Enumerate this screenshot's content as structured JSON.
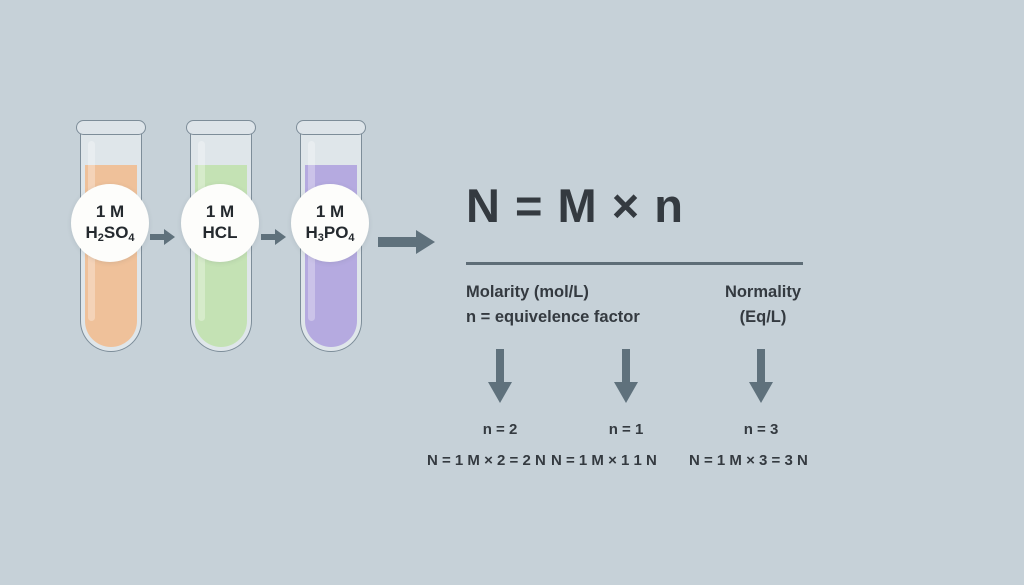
{
  "theme": {
    "background": "#c6d1d8",
    "text": "#343a40",
    "arrow": "#5f717c",
    "glass": "#dfe6ea",
    "glass_border": "#7d8d99",
    "chip_bg": "#fdfdfb",
    "rule": "#5e6d77"
  },
  "tubes": [
    {
      "id": "tube-h2so4",
      "liquid_color": "#efc19a",
      "chip": {
        "molarity": "1 M",
        "formula_main": "H",
        "sub1": "2",
        "mid": "SO",
        "sub2": "4"
      },
      "label_plain": "1 M H2SO4"
    },
    {
      "id": "tube-hcl",
      "liquid_color": "#c4e2b4",
      "chip": {
        "molarity": "1 M",
        "formula_main": "HCL",
        "sub1": "",
        "mid": "",
        "sub2": ""
      },
      "label_plain": "1 M HCL"
    },
    {
      "id": "tube-h3po4",
      "liquid_color": "#b5aae0",
      "chip": {
        "molarity": "1 M",
        "formula_main": "H",
        "sub1": "3",
        "mid": "PO",
        "sub2": "4"
      },
      "label_plain": "1 M H3PO4"
    }
  ],
  "equation": {
    "main": "N = M × n",
    "legend_left_line1": "Molarity (mol/L)",
    "legend_left_line2": "n = equivelence factor",
    "legend_right_line1": "Normality",
    "legend_right_line2": "(Eq/L)"
  },
  "results": [
    {
      "n_label": "n = 2",
      "equation": "N = 1 M × 2 = 2 N"
    },
    {
      "n_label": "n = 1",
      "equation": "N = 1 M × 1  1 N"
    },
    {
      "n_label": "n = 3",
      "equation": "N = 1 M × 3 = 3 N"
    }
  ],
  "icons": {
    "arrow_right_small": "arrow-right-icon",
    "arrow_right_large": "arrow-right-large-icon",
    "arrow_down": "arrow-down-icon"
  }
}
